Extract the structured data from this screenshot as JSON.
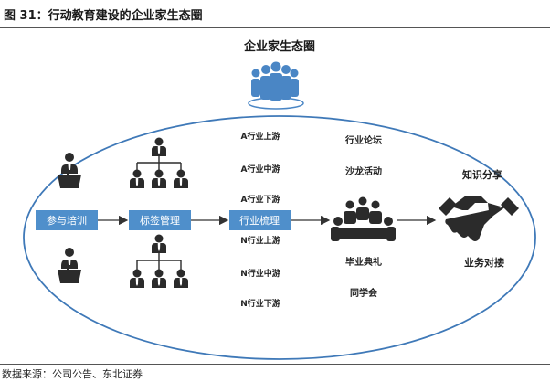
{
  "figure_title": "图 31：行动教育建设的企业家生态圈",
  "source": "数据来源：公司公告、东北证券",
  "diagram": {
    "top_title": "企业家生态圈",
    "boxes": {
      "participate": "参与培训",
      "label_mgmt": "标签管理",
      "industry_sort": "行业梳理"
    },
    "industry_chain": [
      "A行业上游",
      "A行业中游",
      "A行业下游",
      "N行业上游",
      "N行业中游",
      "N行业下游"
    ],
    "events_top": [
      "行业论坛",
      "沙龙活动"
    ],
    "events_bottom": [
      "毕业典礼",
      "同学会"
    ],
    "outcomes": [
      "知识分享",
      "业务对接"
    ]
  },
  "colors": {
    "box_fill": "#4f8fcb",
    "ellipse_stroke": "#3f79b8",
    "people_blue": "#4a86c5",
    "icon_dark": "#2b2b2b"
  }
}
